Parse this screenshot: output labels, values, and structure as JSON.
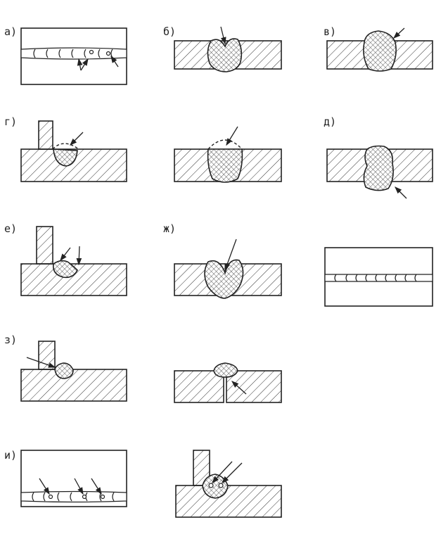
{
  "labels": {
    "a": "а)",
    "b": "б)",
    "v": "в)",
    "g": "г)",
    "d": "д)",
    "e": "е)",
    "zh": "ж)",
    "z": "з)",
    "i": "и)"
  }
}
